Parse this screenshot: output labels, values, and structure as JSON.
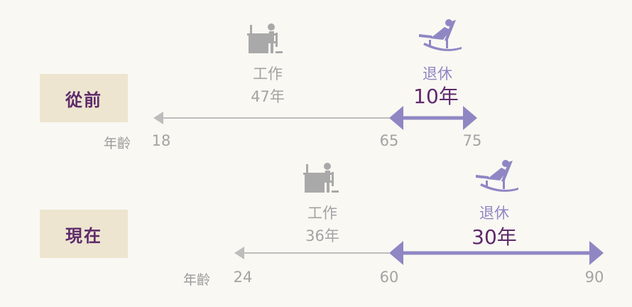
{
  "rows": [
    {
      "tag": "從前",
      "age_label": "年齡",
      "work": {
        "label": "工作",
        "duration": "47年"
      },
      "retire": {
        "label": "退休",
        "duration": "10年"
      },
      "ages": [
        "18",
        "65",
        "75"
      ]
    },
    {
      "tag": "現在",
      "age_label": "年齡",
      "work": {
        "label": "工作",
        "duration": "36年"
      },
      "retire": {
        "label": "退休",
        "duration": "30年"
      },
      "ages": [
        "24",
        "60",
        "90"
      ]
    }
  ],
  "colors": {
    "background": "#faf8f3",
    "tag_bg": "#ede5cf",
    "tag_text": "#5e2a6b",
    "work_gray": "#a3a3a3",
    "retire_purple": "#8f87c4",
    "retire_dark": "#5e2a6b"
  },
  "icons": {
    "work": "desk-worker-icon",
    "retire": "rocking-chair-icon"
  }
}
